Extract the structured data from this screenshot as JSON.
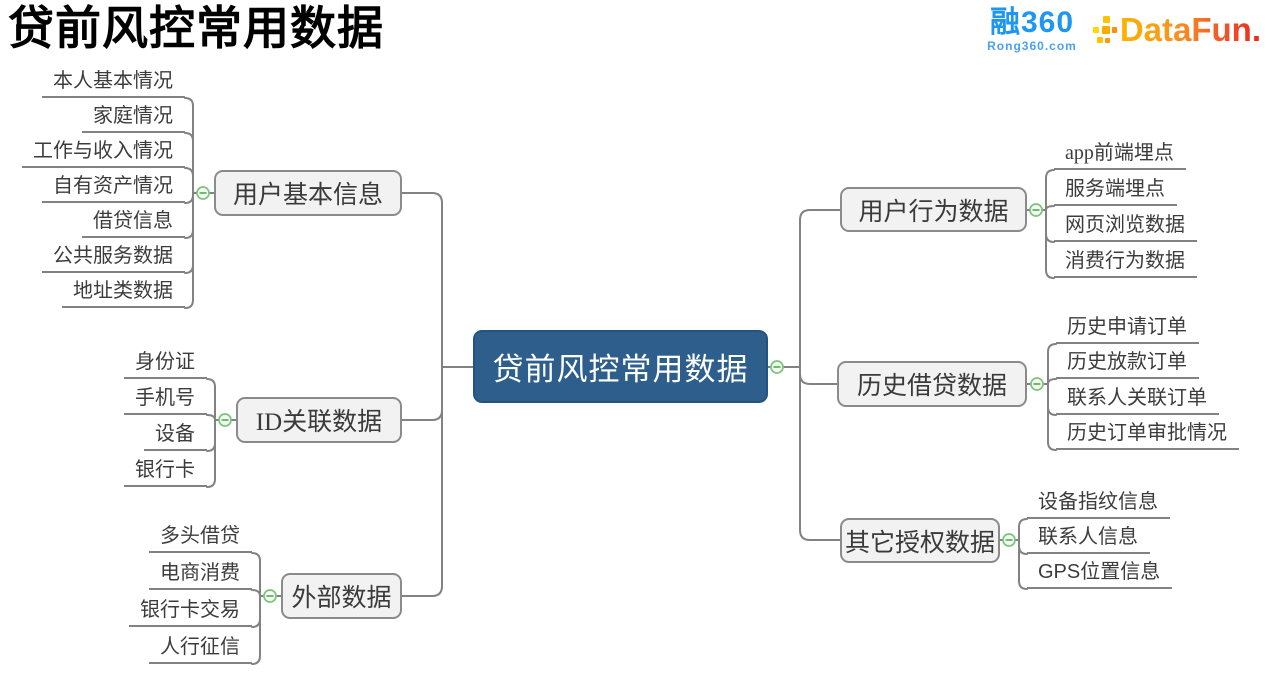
{
  "page_title": "贷前风控常用数据",
  "logos": {
    "rong360_text": "融360",
    "rong360_sub": "Rong360.com",
    "datafun_text": "DataFun."
  },
  "mindmap": {
    "root": {
      "label": "贷前风控常用数据"
    },
    "left_branches": [
      {
        "label": "用户基本信息",
        "children": [
          "本人基本情况",
          "家庭情况",
          "工作与收入情况",
          "自有资产情况",
          "借贷信息",
          "公共服务数据",
          "地址类数据"
        ]
      },
      {
        "label": "ID关联数据",
        "children": [
          "身份证",
          "手机号",
          "设备",
          "银行卡"
        ]
      },
      {
        "label": "外部数据",
        "children": [
          "多头借贷",
          "电商消费",
          "银行卡交易",
          "人行征信"
        ]
      }
    ],
    "right_branches": [
      {
        "label": "用户行为数据",
        "children": [
          "app前端埋点",
          "服务端埋点",
          "网页浏览数据",
          "消费行为数据"
        ]
      },
      {
        "label": "历史借贷数据",
        "children": [
          "历史申请订单",
          "历史放款订单",
          "联系人关联订单",
          "历史订单审批情况"
        ]
      },
      {
        "label": "其它授权数据",
        "children": [
          "设备指纹信息",
          "联系人信息",
          "GPS位置信息"
        ]
      }
    ]
  },
  "colors": {
    "root_node_bg": "#2e5f8c",
    "branch_node_bg": "#f2f2f2",
    "node_border": "#8b8b8b",
    "connector_line": "#828282",
    "node_text": "#3a3a3a",
    "toggle_green": "#7cc47c",
    "brand_blue": "#1e97f3",
    "brand_orange": "#f7931e"
  }
}
